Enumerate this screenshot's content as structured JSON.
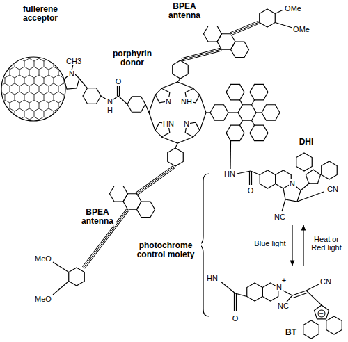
{
  "diagram": {
    "labels": [
      "OMe",
      "BPEA antenna",
      "OMe",
      "fullerene acceptor",
      "porphyrin donor",
      "CH3",
      "N",
      "O",
      "N",
      "H",
      "N",
      "NH",
      "HN",
      "N",
      "DHI",
      "HN",
      "O",
      "N",
      "CN",
      "NC",
      "BPEA antenna",
      "MeO",
      "MeO",
      "photochrome control moiety",
      "Blue light",
      "Heat or Red light",
      "HN",
      "O",
      "+",
      "N",
      "CN",
      "NC",
      "−",
      "BT"
    ]
  }
}
